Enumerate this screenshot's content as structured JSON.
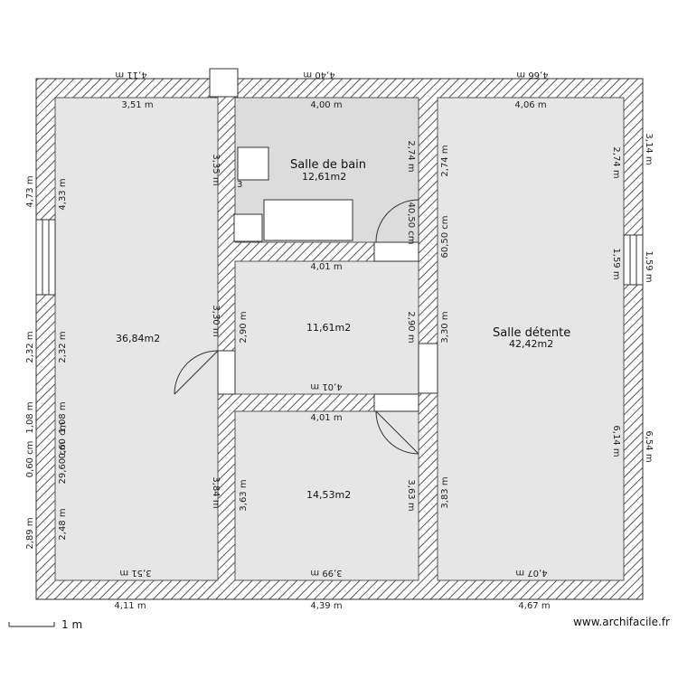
{
  "rooms": [
    {
      "name": "",
      "area": "36,84m2"
    },
    {
      "name": "Salle de bain",
      "area": "12,61m2"
    },
    {
      "name": "",
      "area": "11,61m2"
    },
    {
      "name": "",
      "area": "14,53m2"
    },
    {
      "name": "Salle détente",
      "area": "42,42m2"
    }
  ],
  "dimensions": {
    "top_outer": [
      "4,11 m",
      "4,40 m",
      "4,66 m"
    ],
    "bottom_outer": [
      "4,11 m",
      "4,39 m",
      "4,67 m"
    ],
    "left_outer": [
      "4,73 m",
      "2,32 m",
      "1,08 m",
      "0,60 cm",
      "2,89 m"
    ],
    "right_outer": [
      "3,14 m",
      "1,59 m",
      "6,54 m"
    ],
    "room1": {
      "top": "3,51 m",
      "bottom": "3,51 m",
      "left": [
        "4,33 m",
        "2,32 m",
        "1,08 m",
        "0,60 cm",
        "29,60 cm",
        "2,48 m"
      ],
      "right": [
        "3,35 m",
        "3,30 m",
        "3,84 m"
      ]
    },
    "room2": {
      "top": "4,00 m",
      "right_inner": "2,74 m",
      "door": "40,50 cm",
      "left_inner": "3"
    },
    "room3": {
      "bottom_wall": "4,01 m",
      "top": "4,01 m",
      "left": "2,90 m",
      "right": "2,90 m"
    },
    "room4": {
      "top": "4,01 m",
      "bottom": "3,99 m",
      "left": "3,63 m",
      "right": "3,63 m"
    },
    "room5": {
      "top": "4,06 m",
      "bottom": "4,07 m",
      "left": [
        "2,74 m",
        "60,50 cm",
        "3,30 m",
        "3,83 m"
      ],
      "right": [
        "2,74 m",
        "1,59 m",
        "6,14 m"
      ]
    }
  },
  "footer": {
    "scale_label": "1 m",
    "watermark": "www.archifacile.fr"
  },
  "colors": {
    "wall": "#ffffff",
    "hatch": "#555555",
    "room_fill": "#e6e6e6",
    "bathroom_fill": "#dcdcdc"
  }
}
